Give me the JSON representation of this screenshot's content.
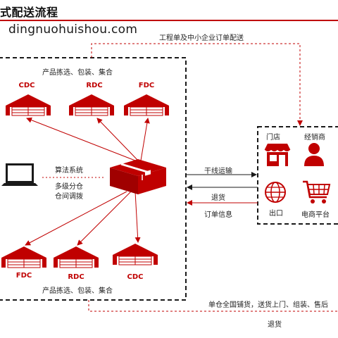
{
  "title": "式配送流程",
  "watermark": "dingnuohuishou.com",
  "top_flow_label": "工程单及中小企业订单配送",
  "top_group_label": "产品拣选、包装、集合",
  "bottom_group_label": "产品拣选、包装、集合",
  "top_warehouses": [
    "CDC",
    "RDC",
    "FDC"
  ],
  "bottom_warehouses": [
    "FDC",
    "RDC",
    "CDC"
  ],
  "algo_label": "算法系统",
  "multi_label_1": "多级分仓",
  "multi_label_2": "仓间调拨",
  "trunk_label": "干线运输",
  "return_label": "退货",
  "order_info_label": "订单信息",
  "store_label": "门店",
  "dealer_label": "经销商",
  "export_label": "出口",
  "ecommerce_label": "电商平台",
  "bottom_flow_label": "单仓全国铺货，送货上门、组装、售后",
  "bottom_return_label": "退货",
  "colors": {
    "accent": "#c00000",
    "dark": "#1a1a1a"
  }
}
